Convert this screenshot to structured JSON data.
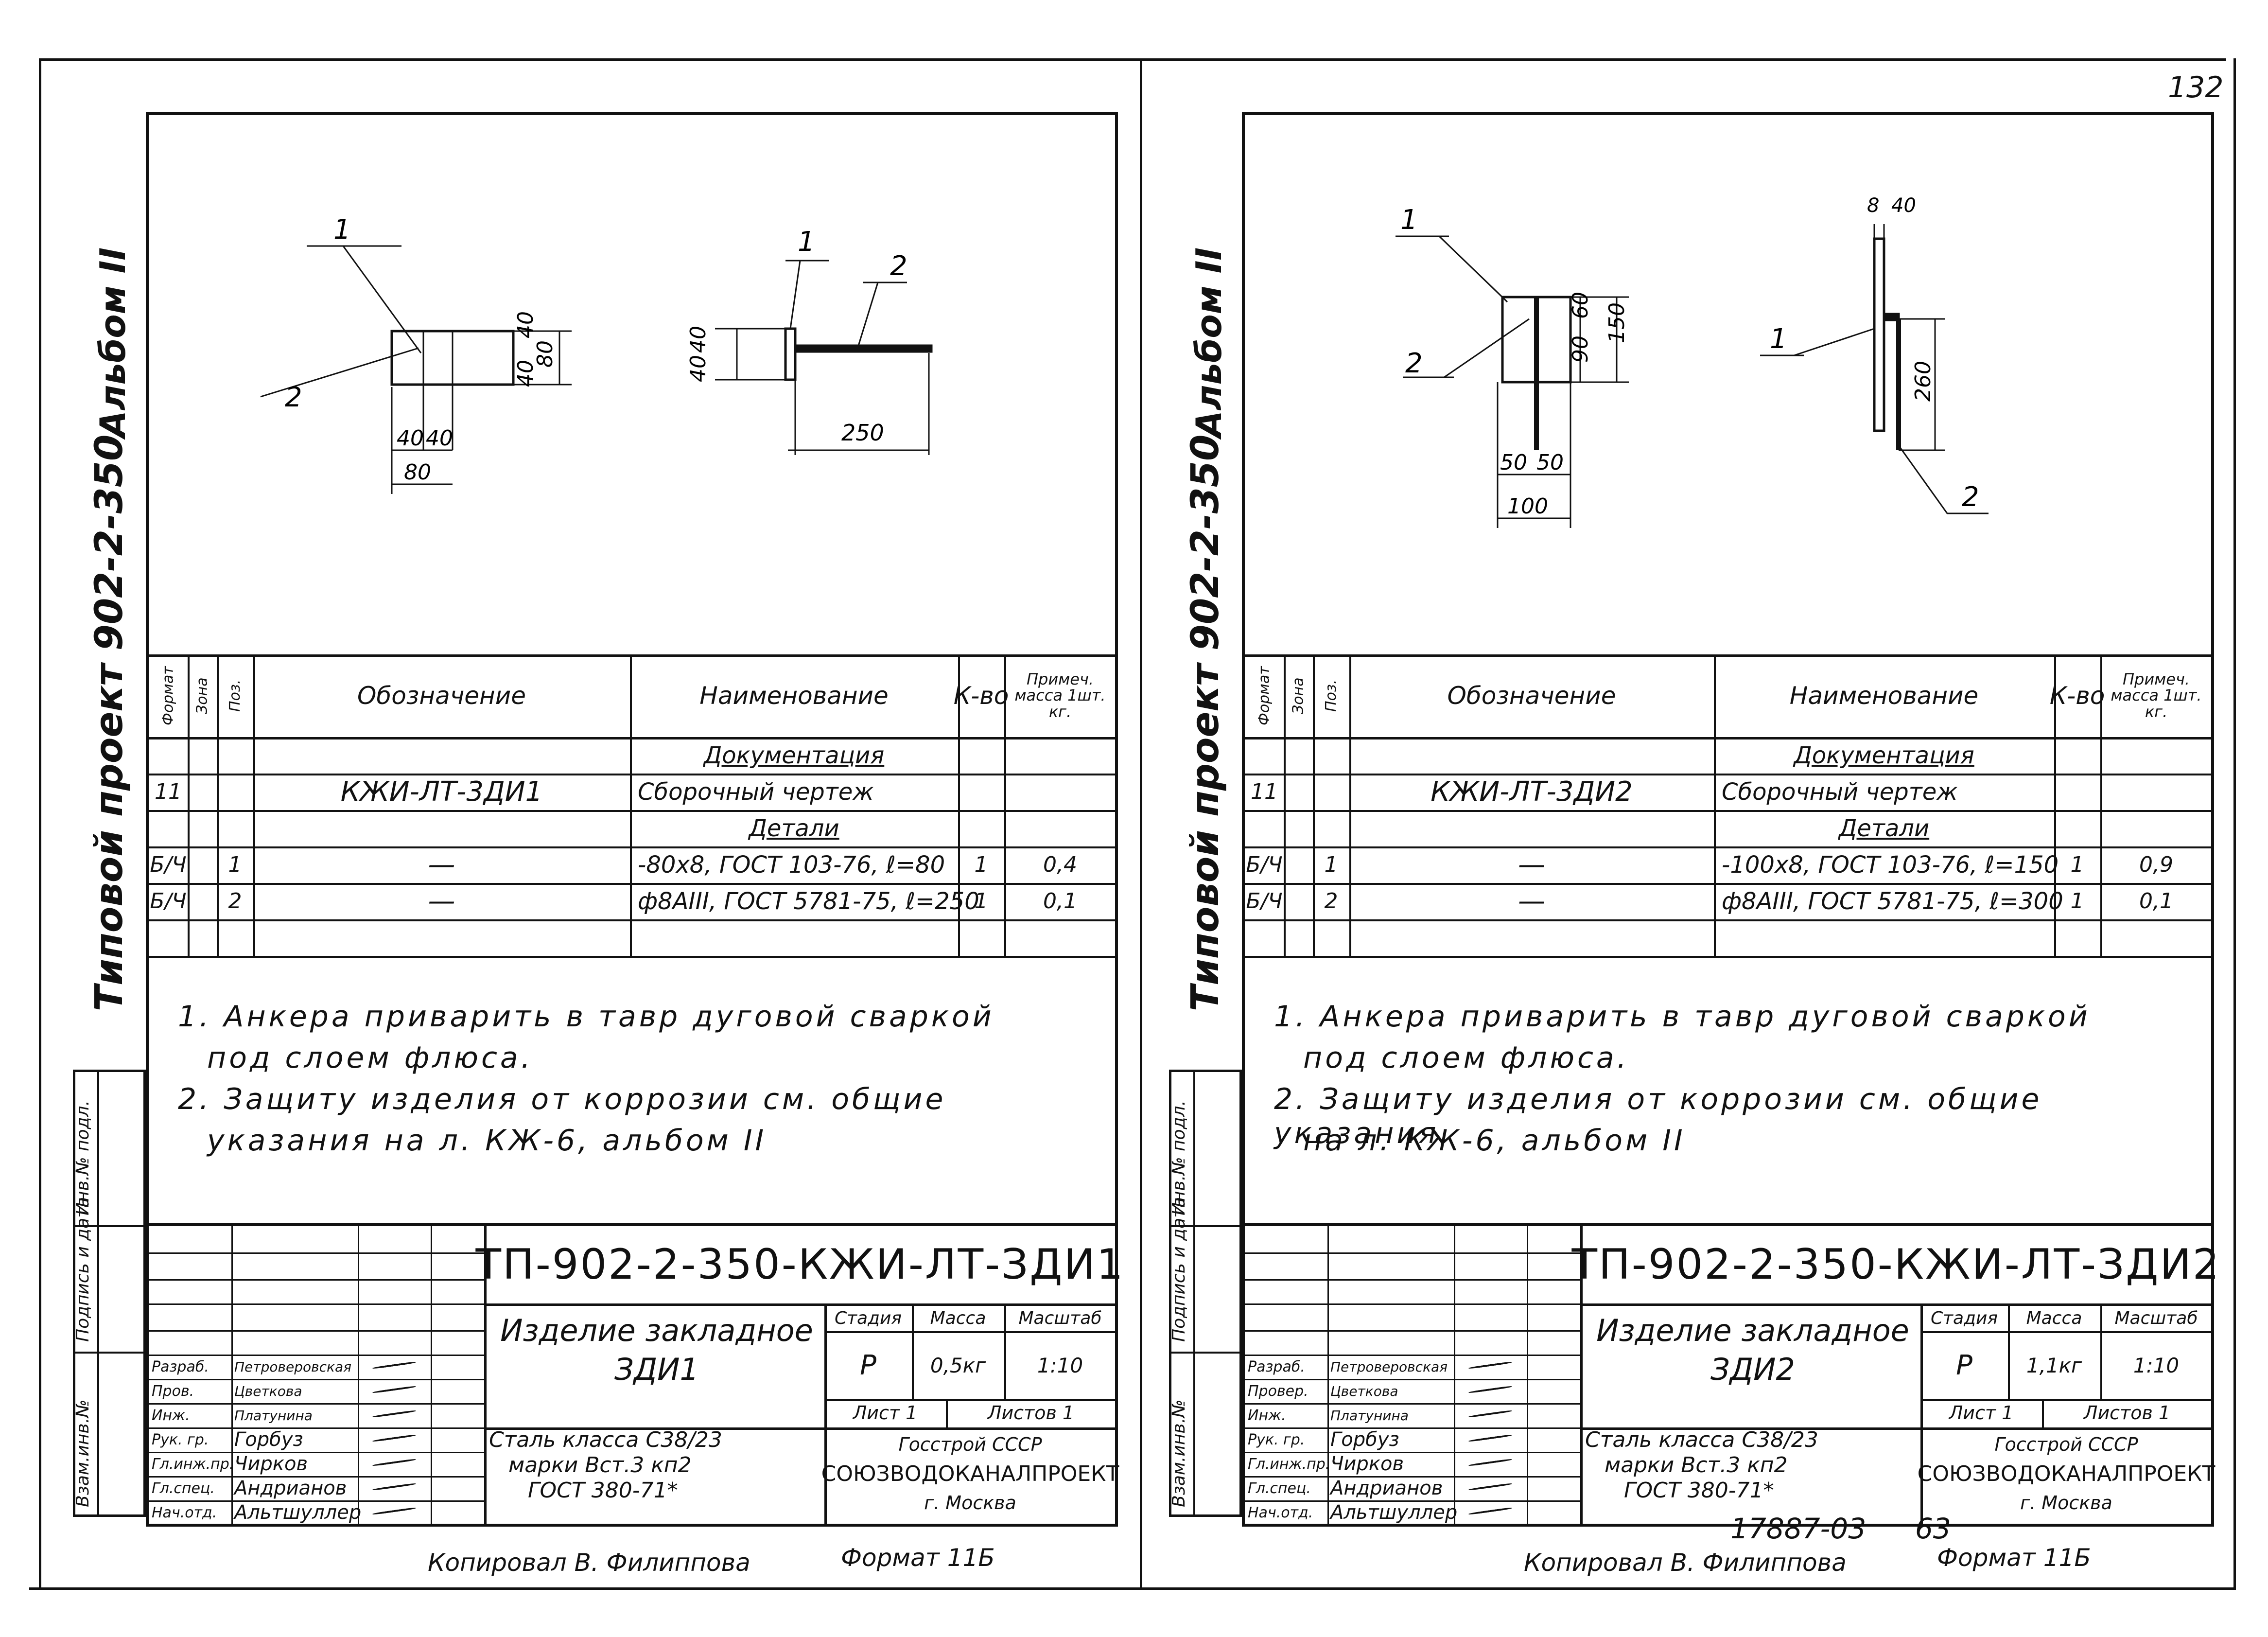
{
  "page_number": "132",
  "sheets": [
    {
      "side_text": "Типовой проект 902-2-350",
      "album": "Альбом II",
      "side_stamp": [
        "Инв.№ подл.",
        "Подпись и дата",
        "Взам.инв.№"
      ],
      "drawing": {
        "plate": {
          "pos1": "1",
          "pos2": "2",
          "dims": [
            "40",
            "40",
            "80",
            "40",
            "40",
            "80"
          ]
        },
        "side": {
          "pos1": "1",
          "pos2": "2",
          "dims": [
            "40",
            "40",
            "250"
          ]
        }
      },
      "spec_headers": [
        "Формат",
        "Зона",
        "Поз.",
        "Обозначение",
        "Наименование",
        "К-во",
        "Примеч. масса 1шт. кг."
      ],
      "spec_rows": [
        {
          "fmt": "",
          "zone": "",
          "pos": "",
          "code": "",
          "name": "Документация",
          "qty": "",
          "note": "",
          "section": true
        },
        {
          "fmt": "11",
          "zone": "",
          "pos": "",
          "code": "КЖИ-ЛТ-3ДИ1",
          "name": "Сборочный чертеж",
          "qty": "",
          "note": ""
        },
        {
          "fmt": "",
          "zone": "",
          "pos": "",
          "code": "",
          "name": "Детали",
          "qty": "",
          "note": "",
          "section": true
        },
        {
          "fmt": "Б/Ч",
          "zone": "",
          "pos": "1",
          "code": "—",
          "name": "-80х8, ГОСТ 103-76, ℓ=80",
          "qty": "1",
          "note": "0,4"
        },
        {
          "fmt": "Б/Ч",
          "zone": "",
          "pos": "2",
          "code": "—",
          "name": "ф8АIII, ГОСТ 5781-75, ℓ=250",
          "qty": "1",
          "note": "0,1"
        },
        {
          "fmt": "",
          "zone": "",
          "pos": "",
          "code": "",
          "name": "",
          "qty": "",
          "note": ""
        }
      ],
      "notes": [
        "1. Анкера приварить в тавр дуговой сваркой",
        "под слоем флюса.",
        "2. Защиту изделия от коррозии см. общие",
        "указания на л. КЖ-6, альбом II"
      ],
      "title_code": "ТП-902-2-350-КЖИ-ЛТ-ЗДИ1",
      "item_name": "Изделие закладное",
      "item_code": "ЗДИ1",
      "headers_small": [
        "Стадия",
        "Масса",
        "Масштаб"
      ],
      "stage": "Р",
      "mass": "0,5кг",
      "scale": "1:10",
      "sheet": "Лист 1",
      "sheets": "Листов 1",
      "material": [
        "Сталь класса С38/23",
        "марки Вст.3 кп2",
        "ГОСТ 380-71*"
      ],
      "org": [
        "Госстрой СССР",
        "СОЮЗВОДОКАНАЛПРОЕКТ",
        "г. Москва"
      ],
      "staff": [
        {
          "role": "Разраб.",
          "name": "Петроверовская"
        },
        {
          "role": "Пров.",
          "name": "Цветкова"
        },
        {
          "role": "Инж.",
          "name": "Платунина"
        },
        {
          "role": "Рук. гр.",
          "name": "Горбуз"
        },
        {
          "role": "Гл.инж.пр.",
          "name": "Чирков"
        },
        {
          "role": "Гл.спец.",
          "name": "Андрианов"
        },
        {
          "role": "Нач.отд.",
          "name": "Альтшуллер"
        }
      ],
      "copied": "Копировал В. Филиппова",
      "format": "Формат 11Б"
    },
    {
      "side_text": "Типовой проект 902-2-350",
      "album": "Альбом II",
      "side_stamp": [
        "Инв.№ подл.",
        "Подпись и дата",
        "Взам.инв.№"
      ],
      "drawing": {
        "plate": {
          "pos1": "1",
          "pos2": "2",
          "dims": [
            "60",
            "90",
            "150",
            "50",
            "50",
            "100"
          ]
        },
        "side": {
          "pos1": "1",
          "pos2": "2",
          "dims": [
            "8",
            "40",
            "260"
          ]
        }
      },
      "spec_headers": [
        "Формат",
        "Зона",
        "Поз.",
        "Обозначение",
        "Наименование",
        "К-во",
        "Примеч. масса 1шт. кг."
      ],
      "spec_rows": [
        {
          "fmt": "",
          "zone": "",
          "pos": "",
          "code": "",
          "name": "Документация",
          "qty": "",
          "note": "",
          "section": true
        },
        {
          "fmt": "11",
          "zone": "",
          "pos": "",
          "code": "КЖИ-ЛТ-3ДИ2",
          "name": "Сборочный чертеж",
          "qty": "",
          "note": ""
        },
        {
          "fmt": "",
          "zone": "",
          "pos": "",
          "code": "",
          "name": "Детали",
          "qty": "",
          "note": "",
          "section": true
        },
        {
          "fmt": "Б/Ч",
          "zone": "",
          "pos": "1",
          "code": "—",
          "name": "-100х8, ГОСТ 103-76, ℓ=150",
          "qty": "1",
          "note": "0,9"
        },
        {
          "fmt": "Б/Ч",
          "zone": "",
          "pos": "2",
          "code": "—",
          "name": "ф8АIII, ГОСТ 5781-75, ℓ=300",
          "qty": "1",
          "note": "0,1"
        },
        {
          "fmt": "",
          "zone": "",
          "pos": "",
          "code": "",
          "name": "",
          "qty": "",
          "note": ""
        }
      ],
      "notes": [
        "1. Анкера приварить в тавр дуговой сваркой",
        "под слоем флюса.",
        "2. Защиту изделия от коррозии см. общие указания",
        "на л. КЖ-6, альбом II"
      ],
      "title_code": "ТП-902-2-350-КЖИ-ЛТ-ЗДИ2",
      "item_name": "Изделие закладное",
      "item_code": "ЗДИ2",
      "headers_small": [
        "Стадия",
        "Масса",
        "Масштаб"
      ],
      "stage": "Р",
      "mass": "1,1кг",
      "scale": "1:10",
      "sheet": "Лист 1",
      "sheets": "Листов 1",
      "material": [
        "Сталь класса С38/23",
        "марки Вст.3 кп2",
        "ГОСТ 380-71*"
      ],
      "org": [
        "Госстрой СССР",
        "СОЮЗВОДОКАНАЛПРОЕКТ",
        "г. Москва"
      ],
      "staff": [
        {
          "role": "Разраб.",
          "name": "Петроверовская"
        },
        {
          "role": "Провер.",
          "name": "Цветкова"
        },
        {
          "role": "Инж.",
          "name": "Платунина"
        },
        {
          "role": "Рук. гр.",
          "name": "Горбуз"
        },
        {
          "role": "Гл.инж.пр.",
          "name": "Чирков"
        },
        {
          "role": "Гл.спец.",
          "name": "Андрианов"
        },
        {
          "role": "Нач.отд.",
          "name": "Альтшуллер"
        }
      ],
      "copied": "Копировал В. Филиппова",
      "format": "Формат 11Б"
    }
  ],
  "inventory_number": "17887-03",
  "inventory_page": "63"
}
